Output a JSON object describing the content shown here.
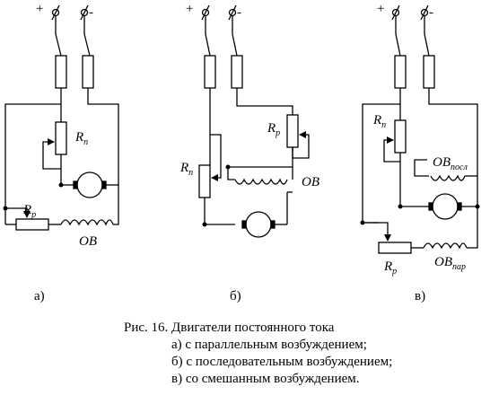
{
  "terminals": {
    "plus": "+",
    "minus": "-"
  },
  "labels": {
    "rn_main": "R",
    "rn_sub": "п",
    "rp_main": "R",
    "rp_sub": "р",
    "ob": "ОВ",
    "ob_main": "ОВ",
    "ob_posl_sub": "посл",
    "ob_par_sub": "пар"
  },
  "panels": {
    "a": "а)",
    "b": "б)",
    "c": "в)"
  },
  "caption": {
    "title": "Рис. 16. Двигатели постоянного тока",
    "line_a": "а) с параллельным возбуждением;",
    "line_b": "б) с последовательным возбуждением;",
    "line_c": "в) со смешанным возбуждением."
  }
}
